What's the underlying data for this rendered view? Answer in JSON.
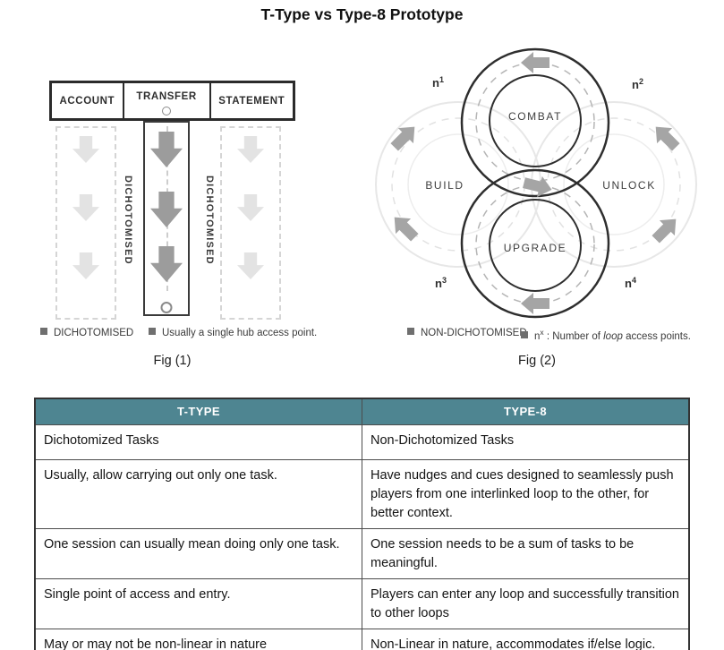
{
  "title": "T-Type vs Type-8 Prototype",
  "colors": {
    "table_header_bg": "#4E8591",
    "dark_stroke": "#2E2E2E",
    "mid_gray_arrow": "#9C9C9C",
    "light_gray_arrow": "#E3E3E3",
    "ghost_loop": "#E7E7E7"
  },
  "fig1": {
    "caption": "Fig (1)",
    "columns": [
      "ACCOUNT",
      "TRANSFER",
      "STATEMENT"
    ],
    "side_label_left": "DICHOTOMISED",
    "side_label_right": "DICHOTOMISED",
    "legend": [
      {
        "label": "DICHOTOMISED"
      },
      {
        "label": "Usually a single hub access point."
      }
    ]
  },
  "fig2": {
    "caption": "Fig (2)",
    "loops": {
      "top": "COMBAT",
      "left": "BUILD",
      "right": "UNLOCK",
      "bottom": "UPGRADE"
    },
    "access_points": [
      {
        "base": "n",
        "sup": "1"
      },
      {
        "base": "n",
        "sup": "2"
      },
      {
        "base": "n",
        "sup": "3"
      },
      {
        "base": "n",
        "sup": "4"
      }
    ],
    "legend": [
      {
        "label": "NON-DICHOTOMISED"
      },
      {
        "pre": "n",
        "sup": "x",
        "mid": " : Number of ",
        "italic": "loop",
        "post": " access points."
      }
    ]
  },
  "table": {
    "headers": [
      "T-TYPE",
      "TYPE-8"
    ],
    "rows": [
      [
        "Dichotomized Tasks",
        "Non-Dichotomized Tasks"
      ],
      [
        "Usually, allow carrying out only one task.",
        "Have nudges and cues designed to seamlessly push players from one interlinked loop to the other, for better context."
      ],
      [
        "One session can usually mean doing only one task.",
        "One session needs to be a sum of tasks to be meaningful."
      ],
      [
        "Single point of access and entry.",
        "Players can enter any loop and successfully transition to other loops"
      ],
      [
        "May or may not be non-linear in nature",
        "Non-Linear in nature, accommodates if/else logic."
      ]
    ]
  }
}
